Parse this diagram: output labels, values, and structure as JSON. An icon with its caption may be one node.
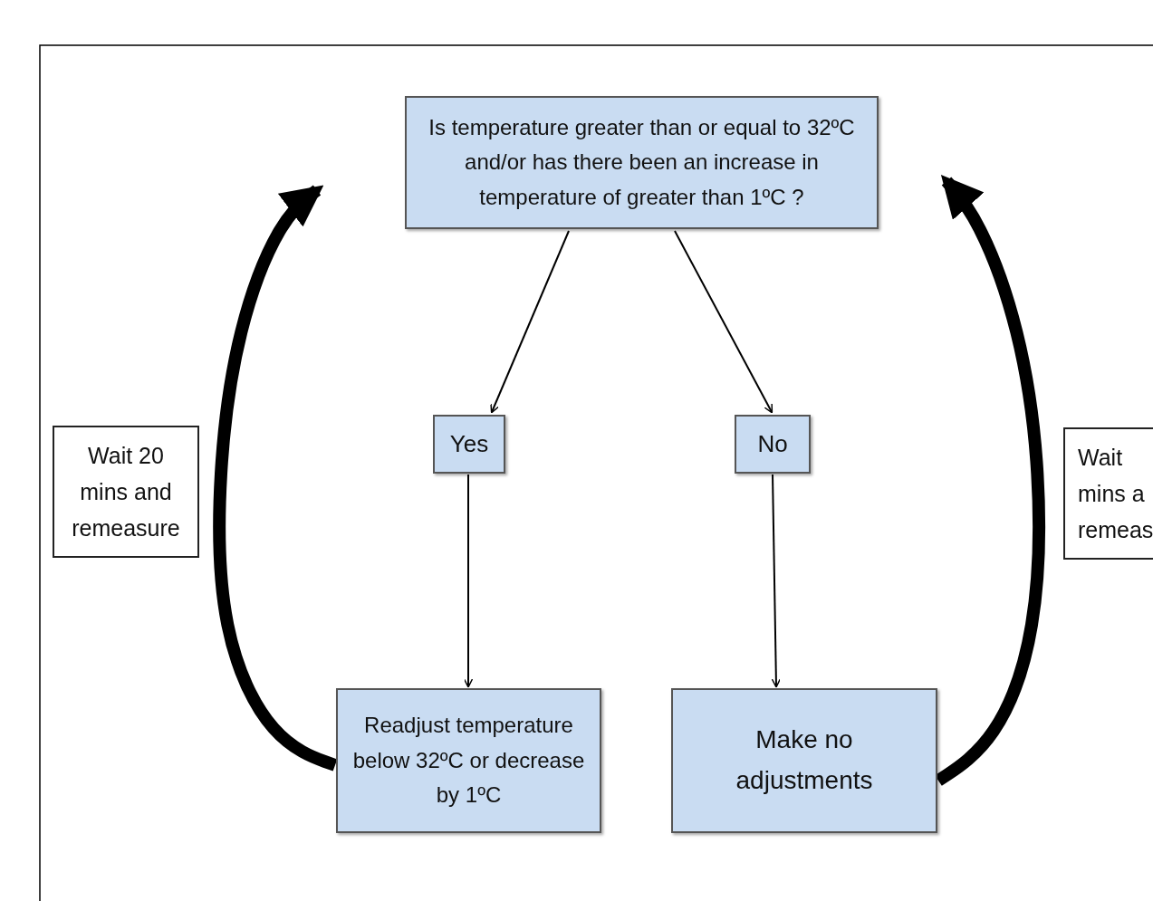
{
  "diagram": {
    "nodes": [
      {
        "text": [
          "Is temperature greater than or equal to 32ºC and/or has there been an increase in temperature of greater than 1ºC ?"
        ]
      },
      {
        "text": [
          "Yes"
        ]
      },
      {
        "text": [
          "No"
        ]
      },
      {
        "text": [
          "Readjust temperature below 32ºC or decrease by 1ºC"
        ]
      },
      {
        "text": [
          "Make no adjustments"
        ]
      },
      {
        "text": [
          "Wait 20 mins and remeasure"
        ]
      },
      {
        "text": [
          "Wait mins a remeas"
        ]
      }
    ],
    "edges": [
      {
        "from": 0,
        "to": 1,
        "arrow": "to"
      },
      {
        "from": 0,
        "to": 2,
        "arrow": "to"
      },
      {
        "from": 1,
        "to": 3,
        "arrow": "to"
      },
      {
        "from": 2,
        "to": 4,
        "arrow": "to"
      },
      {
        "from": 3,
        "to": 0,
        "arrow": "to",
        "style": "thick"
      },
      {
        "from": 4,
        "to": 0,
        "arrow": "to",
        "style": "thick"
      }
    ]
  }
}
